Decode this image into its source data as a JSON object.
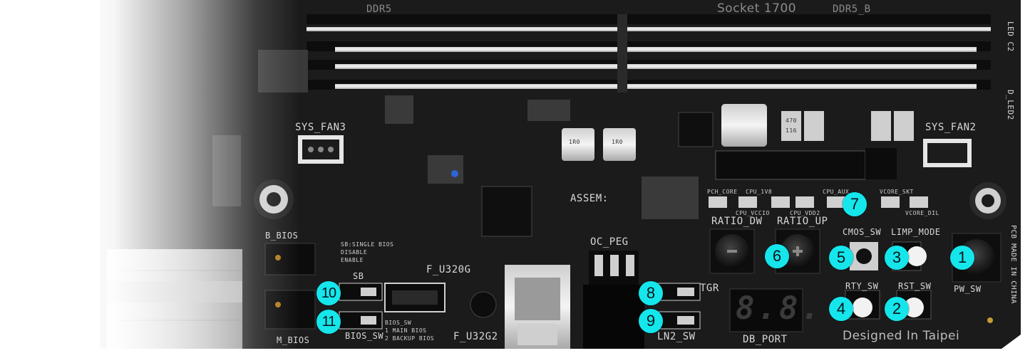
{
  "labels": {
    "ddr5": "DDR5",
    "socket": "Socket 1700",
    "ddr5_b": "DDR5_B",
    "sys_fan3": "SYS_FAN3",
    "sys_fan2": "SYS_FAN2",
    "led_c2": "LED C2",
    "d_led2": "D_LED2",
    "b_bios": "B_BIOS",
    "m_bios": "M_BIOS",
    "sb": "SB",
    "bios_sw": "BIOS_SW",
    "f_u320g": "F_U320G",
    "f_u32g2": "F_U32G2",
    "oc_peg": "OC_PEG",
    "assem": "ASSEM:",
    "tgr": "TGR",
    "ln2_sw": "LN2_SW",
    "db_port": "DB_PORT",
    "designed": "Designed In Taipei",
    "pcb_made": "PCB MADE IN CHINA",
    "pw_sw": "PW_SW",
    "rst_sw": "RST_SW",
    "rty_sw": "RTY_SW",
    "cmos_sw": "CMOS_SW",
    "limp_mode": "LIMP_MODE",
    "ratio_dw": "RATIO_DW",
    "ratio_up": "RATIO_UP",
    "pch_core": "PCH_CORE",
    "cpu_1v8": "CPU_1V8",
    "cpu_vccio": "CPU_VCCIO",
    "cpu_vdd2": "CPU_VDD2",
    "cpu_aux": "CPU_AUX",
    "vcore_skt": "VCORE_SKT",
    "vcore_dil": "VCORE_DIL",
    "bios_legend_1": "1 MAIN BIOS",
    "bios_legend_2": "2 BACKUP BIOS",
    "bios_legend_title": "BIOS_SW",
    "sb_single": "SB:SINGLE BIOS",
    "sb_disable": "DISABLE",
    "sb_enable": "ENABLE",
    "db_digits": "8.8.",
    "inductor_1": "1R0",
    "inductor_2": "1R0",
    "cap_470": "470",
    "cap_116": "116"
  },
  "callouts": [
    "1",
    "2",
    "3",
    "4",
    "5",
    "6",
    "7",
    "8",
    "9",
    "10",
    "11"
  ],
  "colors": {
    "pcb": "#1a1a1a",
    "callout": "#14e6ec",
    "silkscreen": "#d8d8d8"
  }
}
